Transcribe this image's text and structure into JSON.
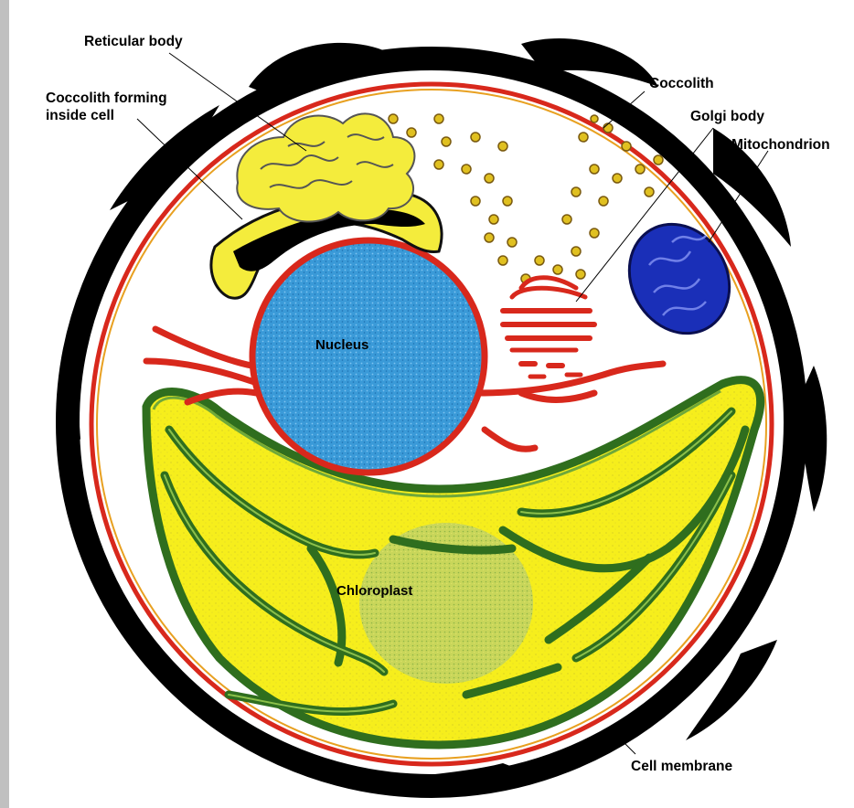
{
  "labels": {
    "reticular_body": "Reticular body",
    "coccolith_forming_line1": "Coccolith forming",
    "coccolith_forming_line2": "inside cell",
    "coccolith": "Coccolith",
    "golgi_body": "Golgi body",
    "mitochondrion": "Mitochondrion",
    "nucleus": "Nucleus",
    "chloroplast": "Chloroplast",
    "cell_membrane": "Cell membrane"
  },
  "colors": {
    "background_border": "#c0c0c0",
    "coccolith_shell": "#000000",
    "membrane": "#d8281c",
    "membrane_inner": "#e8a020",
    "nucleus": "#3a9ad8",
    "chloroplast_fill": "#f6ee1c",
    "chloroplast_edge": "#2f6e1e",
    "thylakoid": "#4f8a2e",
    "reticular_body": "#f4ec3c",
    "vesicle": "#e0c020",
    "mitochondrion": "#1a2fb8",
    "golgi": "#d8281c"
  }
}
